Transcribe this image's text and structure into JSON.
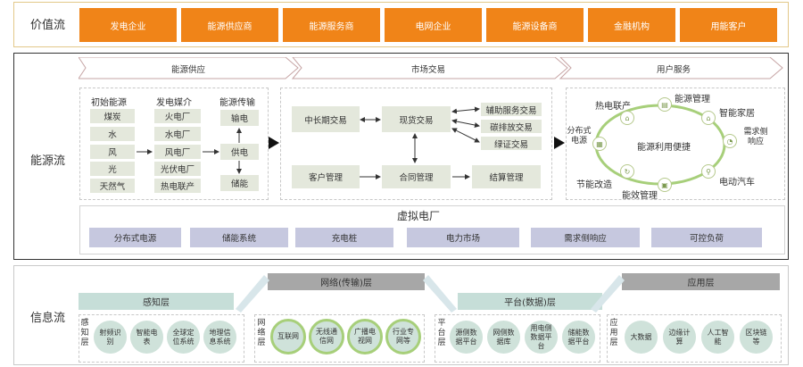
{
  "value_flow": {
    "label": "价值流",
    "items": [
      "发电企业",
      "能源供应商",
      "能源服务商",
      "电网企业",
      "能源设备商",
      "金融机构",
      "用能客户"
    ]
  },
  "energy_flow": {
    "label": "能源流",
    "stages": [
      "能源供应",
      "市场交易",
      "用户服务"
    ],
    "supply": {
      "col1_title": "初始能源",
      "col1": [
        "煤炭",
        "水",
        "风",
        "光",
        "天然气"
      ],
      "col2_title": "发电媒介",
      "col2": [
        "火电厂",
        "水电厂",
        "风电厂",
        "光伏电厂",
        "热电联产"
      ],
      "col3_title": "能源传输",
      "col3": [
        "输电",
        "供电",
        "储能"
      ]
    },
    "market": {
      "mid_long": "中长期交易",
      "spot": "现货交易",
      "ancillary": "辅助服务交易",
      "carbon": "碳排放交易",
      "green": "绿证交易",
      "customer": "客户管理",
      "contract": "合同管理",
      "settlement": "结算管理"
    },
    "user": {
      "center": "能源利用便捷",
      "items": [
        "热电联产",
        "能源管理",
        "智能家居",
        "需求侧响应",
        "电动汽车",
        "能效管理",
        "节能改造",
        "分布式电源"
      ]
    },
    "vpp": {
      "title": "虚拟电厂",
      "items": [
        "分布式电源",
        "储能系统",
        "充电桩",
        "电力市场",
        "需求侧响应",
        "可控负荷"
      ]
    }
  },
  "info_flow": {
    "label": "信息流",
    "layers": [
      "感知层",
      "网络(传输)层",
      "平台(数据)层",
      "应用层"
    ],
    "perception": {
      "vlabel": "感知层",
      "items": [
        "射频识别",
        "智能电表",
        "全球定位系统",
        "地理信息系统"
      ]
    },
    "network": {
      "vlabel": "网络层",
      "items": [
        "互联网",
        "无线通信网",
        "广播电视网",
        "行业专网等"
      ]
    },
    "platform": {
      "vlabel": "平台层",
      "items": [
        "源侧数据平台",
        "网侧数据库",
        "用电侧数据平台",
        "储能数据平台"
      ]
    },
    "application": {
      "vlabel": "应用层",
      "items": [
        "大数据",
        "边缘计算",
        "人工智能",
        "区块链等"
      ]
    }
  }
}
